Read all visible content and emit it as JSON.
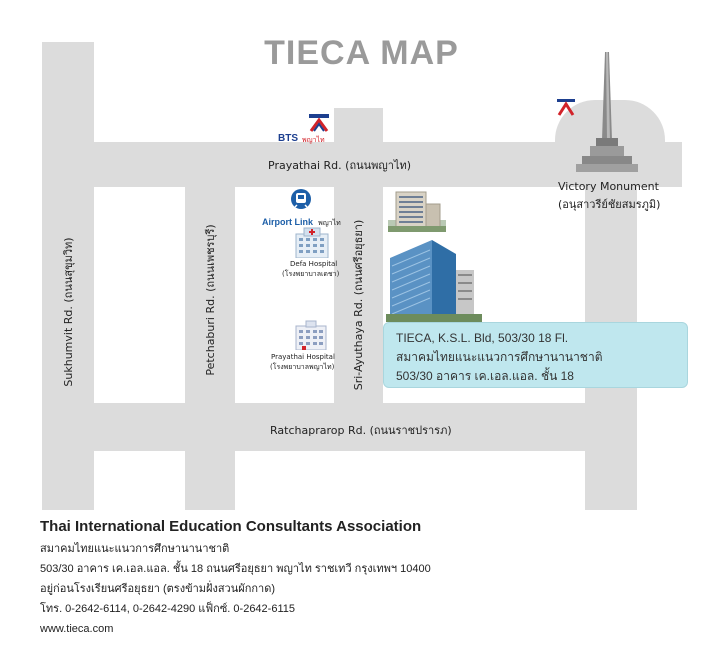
{
  "title": "TIECA MAP",
  "roads": {
    "prayathai": "Prayathai Rd. (ถนนพญาไท)",
    "ratchaprarop": "Ratchaprarop Rd. (ถนนราชปรารภ)",
    "sukhumvit": "Sukhumvit Rd. (ถนนสุขุมวิท)",
    "petchaburi": "Petchaburi Rd. (ถนนเพชรบุรี)",
    "sriayuthaya": "Sri-Ayuthaya Rd. (ถนนศรีอยุธยา)"
  },
  "landmarks": {
    "bts_label": "BTS",
    "bts_thai": "พญาไท",
    "airport_link": "Airport Link",
    "airport_link_thai": "พญาไท",
    "defa_hospital": "Defa Hospital",
    "defa_hospital_thai": "(โรงพยาบาลเดชา)",
    "prayathai_hospital": "Prayathai Hospital",
    "prayathai_hospital_thai": "(โรงพยาบาลพญาไท)",
    "victory_monument": "Victory Monument",
    "victory_monument_thai": "(อนุสาวรีย์ชัยสมรภูมิ)"
  },
  "info_box": {
    "line1": "TIECA, K.S.L. Bld, 503/30 18   Fl.",
    "line2": "สมาคมไทยแนะแนวการศึกษานานาชาติ",
    "line3": "503/30 อาคาร เค.เอล.แอล. ชั้น 18"
  },
  "footer": {
    "org_name": "Thai International Education Consultants Association",
    "thai_name": "สมาคมไทยแนะแนวการศึกษานานาชาติ",
    "address": "503/30 อาคาร เค.เอล.แอล. ชั้น 18 ถนนศรีอยุธยา พญาไท ราชเทวี กรุงเทพฯ 10400",
    "location": "อยู่ก่อนโรงเรียนศรีอยุธยา (ตรงข้ามฝั่งสวนผักกาด)",
    "contact": "โทร. 0-2642-6114, 0-2642-4290 แฟ็กซ์. 0-2642-6115",
    "website": "www.tieca.com"
  },
  "colors": {
    "road": "#dcdcdc",
    "title": "#9a9a9a",
    "info_box": "#bfe7ee",
    "bts_red": "#d2232a",
    "airport_blue": "#1d5fa8"
  }
}
